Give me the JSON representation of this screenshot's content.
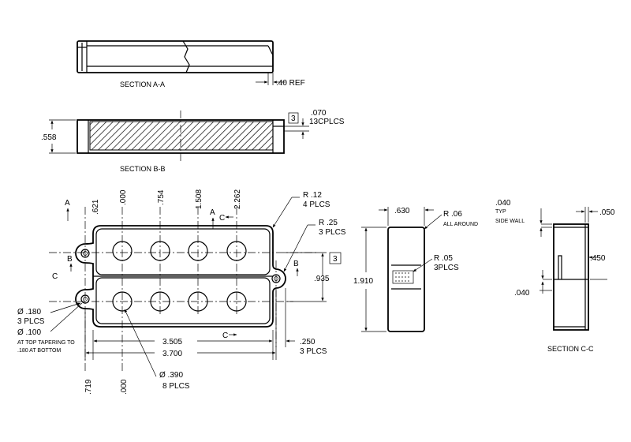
{
  "sections": {
    "aa": "SECTION A-A",
    "bb": "SECTION B-B",
    "cc": "SECTION C-C"
  },
  "section_aa": {
    "ref": ".40 REF"
  },
  "section_bb": {
    "height": ".558",
    "thickness": ".070",
    "marker": "3",
    "count": "13CPLCS"
  },
  "plan": {
    "cut_a": "A",
    "cut_b": "B",
    "cut_c": "C",
    "x_coords_top": [
      ".621",
      ".000",
      ".754",
      "1.508",
      "2.262"
    ],
    "x_coords_bottom": [
      ".719",
      ".000"
    ],
    "corner_radius": "R .12",
    "corner_radius_qty": "4 PLCS",
    "tab_radius": "R .25",
    "tab_radius_qty": "3 PLCS",
    "hole_marker": "3",
    "row_pitch": ".935",
    "inner_len": "3.505",
    "outer_len": "3.700",
    "tab_dim": ".250",
    "tab_qty": "3 PLCS",
    "mount_hole_dia": "Ø .180",
    "mount_hole_qty": "3 PLCS",
    "through_dia": "Ø .100",
    "taper_note_1": "AT TOP TAPERING TO",
    "taper_note_2": ".180 AT BOTTOM",
    "pole_dia": "Ø .390",
    "pole_qty": "8 PLCS"
  },
  "side_view": {
    "width": ".630",
    "height": "1.910",
    "radius": "R .06",
    "radius_note": "ALL AROUND",
    "slot_radius": "R .05",
    "slot_qty": "3PLCS"
  },
  "section_cc_dims": {
    "wall": ".040",
    "wall_typ": "TYP",
    "wall_note": "SIDE WALL",
    "top_dim": ".050",
    "mid_dim": ".450",
    "bottom_dim": ".040"
  }
}
